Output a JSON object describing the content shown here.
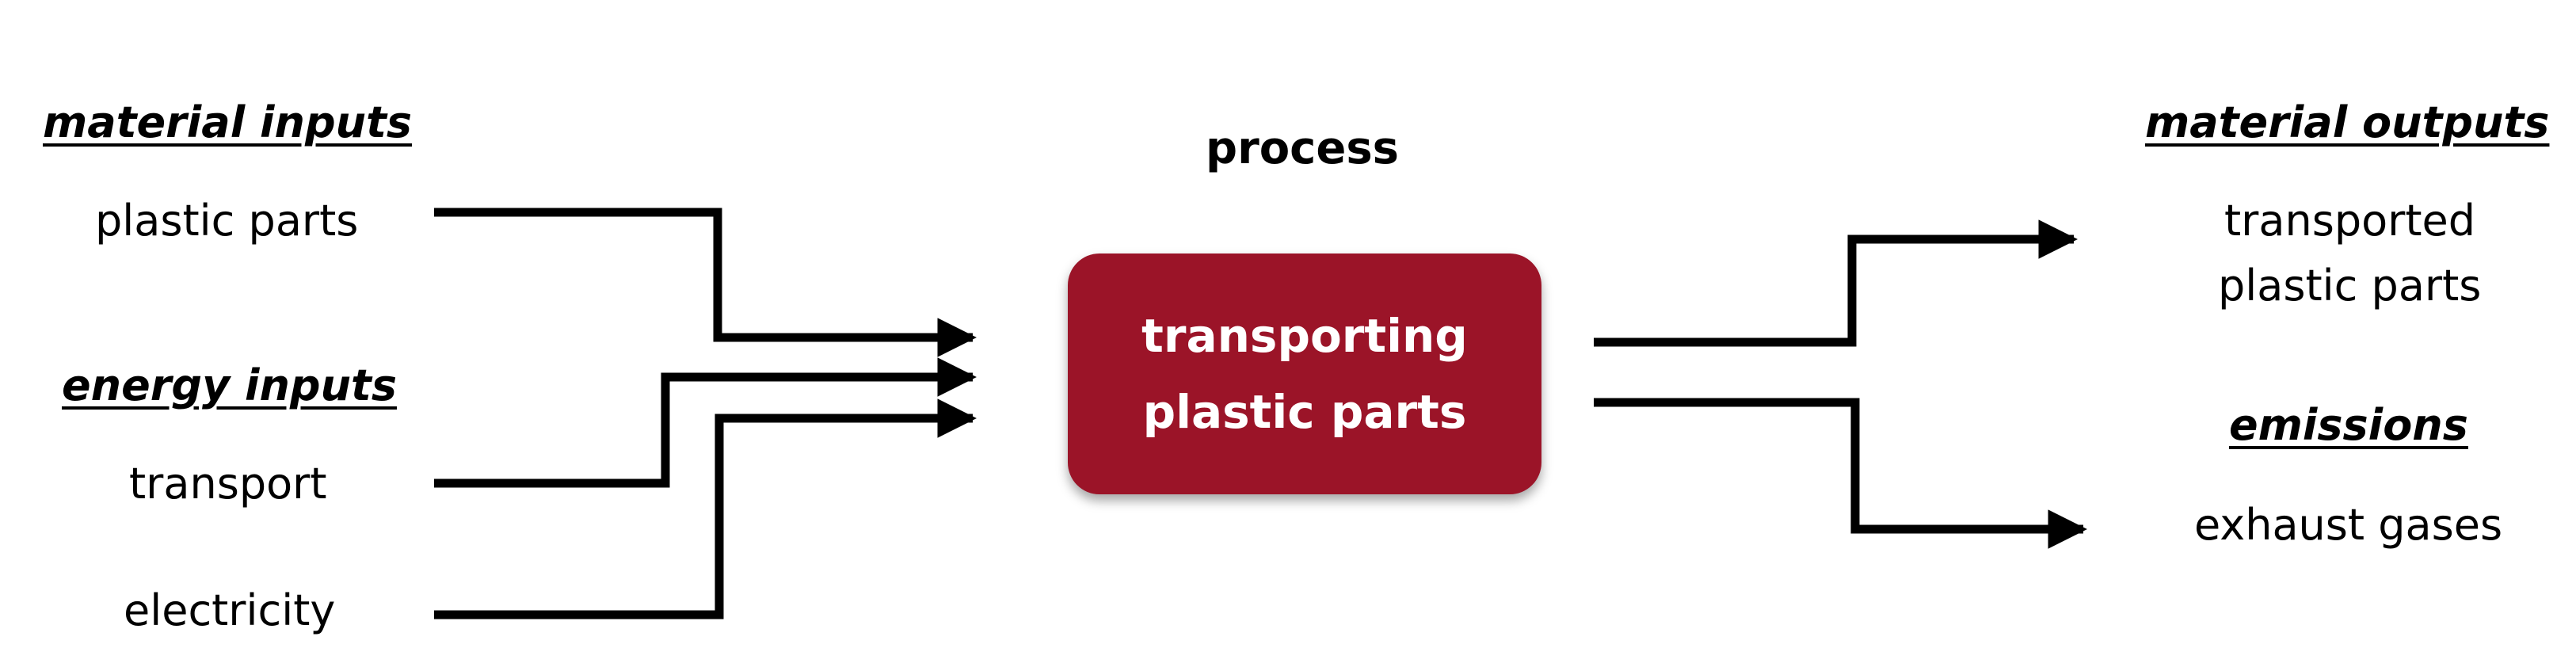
{
  "inputs": {
    "material_header": "material inputs",
    "material_items": [
      "plastic parts"
    ],
    "energy_header": "energy inputs",
    "energy_items": [
      "transport",
      "electricity"
    ]
  },
  "process": {
    "title": "process",
    "box_lines": [
      "transporting",
      "plastic parts"
    ],
    "box_color": "#9b1428"
  },
  "outputs": {
    "material_header": "material outputs",
    "material_items": [
      "transported",
      "plastic parts"
    ],
    "emissions_header": "emissions",
    "emissions_items": [
      "exhaust gases"
    ]
  },
  "colors": {
    "arrow": "#000000",
    "text": "#000000",
    "box_text": "#ffffff"
  }
}
